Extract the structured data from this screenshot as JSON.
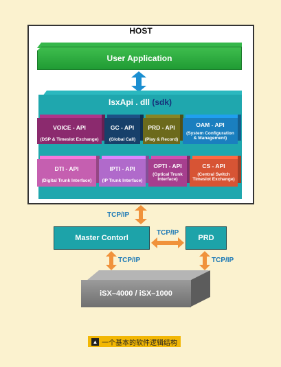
{
  "host": {
    "title": "HOST"
  },
  "user_app": {
    "label": "User Application"
  },
  "sdk": {
    "label": "IsxApi . dll",
    "sdk_tag": "(sdk)"
  },
  "apis": {
    "voice": {
      "title": "VOICE - API",
      "desc": "(DSP & Timeslot Exchange)"
    },
    "gc": {
      "title": "GC - API",
      "desc": "(Global Call)"
    },
    "prd": {
      "title": "PRD - API",
      "desc": "(Play & Record)"
    },
    "oam": {
      "title": "OAM - API",
      "desc": "(System Configuration & Management)"
    },
    "dti": {
      "title": "DTI - API",
      "desc": "(Digital Trunk Interface)"
    },
    "ipti": {
      "title": "IPTI - API",
      "desc": "(IP Trunk Interface)"
    },
    "opti": {
      "title": "OPTI - API",
      "desc": "(Optical Trunk Interface)"
    },
    "cs": {
      "title": "CS - API",
      "desc": "(Central Switch Timeslot Exchange)"
    }
  },
  "protocols": {
    "host_master": "TCP/IP",
    "master_prd": "TCP/IP",
    "master_isx": "TCP/IP",
    "prd_isx": "TCP/IP"
  },
  "master": {
    "label": "Master Contorl"
  },
  "prd_box": {
    "label": "PRD"
  },
  "isx": {
    "label": "iSX–4000 / iSX–1000"
  },
  "caption": {
    "icon": "up-arrow-icon",
    "text": "一个基本的软件逻辑结构"
  },
  "colors": {
    "background": "#fbf2cf",
    "arrow": "#f0923b",
    "arrow_blue": "#1b8fd1",
    "teal": "#1da3a9",
    "green": "#2aac3f",
    "protocol_text": "#1877b6"
  }
}
